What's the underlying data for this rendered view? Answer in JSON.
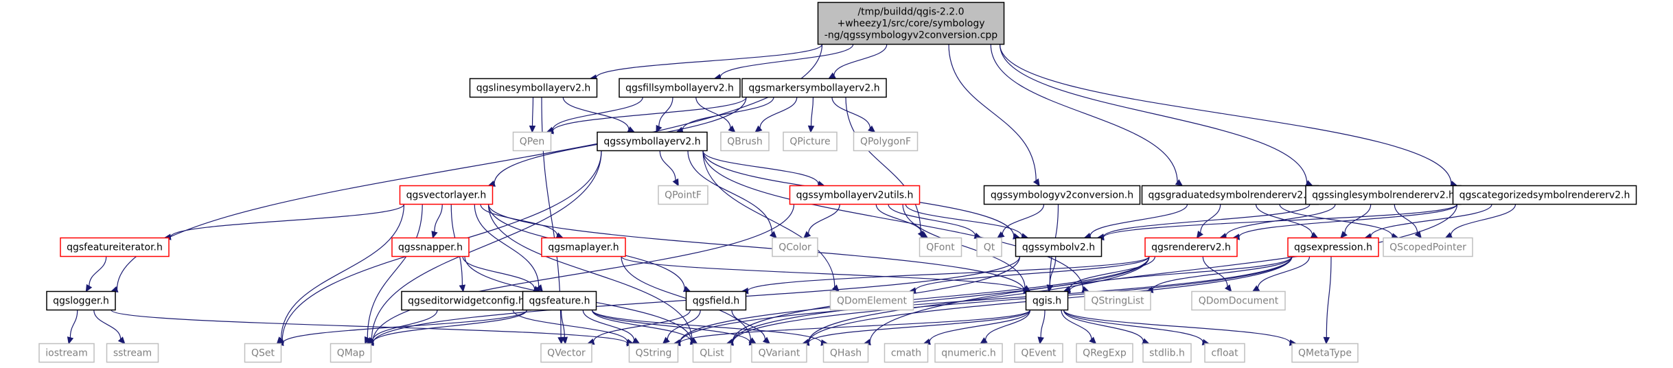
{
  "colors": {
    "edge": "#191970",
    "node_border_normal": "#000000",
    "node_border_incomplete": "#ff0000",
    "node_border_external": "#bfbfbf",
    "root_fill": "#bfbfbf",
    "text_normal": "#000000",
    "text_external": "#7f7f7f"
  },
  "nodes": [
    {
      "id": "root",
      "lines": [
        "/tmp/buildd/qgis-2.2.0",
        "+wheezy1/src/core/symbology",
        "-ng/qgssymbologyv2conversion.cpp"
      ],
      "kind": "root"
    },
    {
      "id": "qgslinesymbollayerv2",
      "lines": [
        "qgslinesymbollayerv2.h"
      ],
      "kind": "normal"
    },
    {
      "id": "qgsfillsymbollayerv2",
      "lines": [
        "qgsfillsymbollayerv2.h"
      ],
      "kind": "normal"
    },
    {
      "id": "qgsmarkersymbollayerv2",
      "lines": [
        "qgsmarkersymbollayerv2.h"
      ],
      "kind": "normal"
    },
    {
      "id": "qgssymbollayerv2",
      "lines": [
        "qgssymbollayerv2.h"
      ],
      "kind": "normal"
    },
    {
      "id": "QPen",
      "lines": [
        "QPen"
      ],
      "kind": "external"
    },
    {
      "id": "QBrush",
      "lines": [
        "QBrush"
      ],
      "kind": "external"
    },
    {
      "id": "QPicture",
      "lines": [
        "QPicture"
      ],
      "kind": "external"
    },
    {
      "id": "QPolygonF",
      "lines": [
        "QPolygonF"
      ],
      "kind": "external"
    },
    {
      "id": "QPointF",
      "lines": [
        "QPointF"
      ],
      "kind": "external"
    },
    {
      "id": "qgsvectorlayer",
      "lines": [
        "qgsvectorlayer.h"
      ],
      "kind": "incomplete"
    },
    {
      "id": "qgssymbollayerv2utils",
      "lines": [
        "qgssymbollayerv2utils.h"
      ],
      "kind": "incomplete"
    },
    {
      "id": "qgssymbologyv2conversion",
      "lines": [
        "qgssymbologyv2conversion.h"
      ],
      "kind": "normal"
    },
    {
      "id": "qgsgraduatedsymbolrendererv2",
      "lines": [
        "qgsgraduatedsymbolrendererv2.h"
      ],
      "kind": "normal"
    },
    {
      "id": "qgssinglesymbolrendererv2",
      "lines": [
        "qgssinglesymbolrendererv2.h"
      ],
      "kind": "normal"
    },
    {
      "id": "qgscategorizedsymbolrendererv2",
      "lines": [
        "qgscategorizedsymbolrendererv2.h"
      ],
      "kind": "normal"
    },
    {
      "id": "qgsfeatureiterator",
      "lines": [
        "qgsfeatureiterator.h"
      ],
      "kind": "incomplete"
    },
    {
      "id": "qgssnapper",
      "lines": [
        "qgssnapper.h"
      ],
      "kind": "incomplete"
    },
    {
      "id": "qgsmaplayer",
      "lines": [
        "qgsmaplayer.h"
      ],
      "kind": "incomplete"
    },
    {
      "id": "QColor",
      "lines": [
        "QColor"
      ],
      "kind": "external"
    },
    {
      "id": "QFont",
      "lines": [
        "QFont"
      ],
      "kind": "external"
    },
    {
      "id": "Qt",
      "lines": [
        "Qt"
      ],
      "kind": "external"
    },
    {
      "id": "qgssymbolv2",
      "lines": [
        "qgssymbolv2.h"
      ],
      "kind": "normal"
    },
    {
      "id": "qgsrendererv2",
      "lines": [
        "qgsrendererv2.h"
      ],
      "kind": "incomplete"
    },
    {
      "id": "qgsexpression",
      "lines": [
        "qgsexpression.h"
      ],
      "kind": "incomplete"
    },
    {
      "id": "QScopedPointer",
      "lines": [
        "QScopedPointer"
      ],
      "kind": "external"
    },
    {
      "id": "qgslogger",
      "lines": [
        "qgslogger.h"
      ],
      "kind": "normal"
    },
    {
      "id": "qgseditorwidgetconfig",
      "lines": [
        "qgseditorwidgetconfig.h"
      ],
      "kind": "normal"
    },
    {
      "id": "qgsfeature",
      "lines": [
        "qgsfeature.h"
      ],
      "kind": "normal"
    },
    {
      "id": "qgsfield",
      "lines": [
        "qgsfield.h"
      ],
      "kind": "normal"
    },
    {
      "id": "QDomElement",
      "lines": [
        "QDomElement"
      ],
      "kind": "external"
    },
    {
      "id": "qgis",
      "lines": [
        "qgis.h"
      ],
      "kind": "normal"
    },
    {
      "id": "QStringList",
      "lines": [
        "QStringList"
      ],
      "kind": "external"
    },
    {
      "id": "QDomDocument",
      "lines": [
        "QDomDocument"
      ],
      "kind": "external"
    },
    {
      "id": "iostream",
      "lines": [
        "iostream"
      ],
      "kind": "external"
    },
    {
      "id": "sstream",
      "lines": [
        "sstream"
      ],
      "kind": "external"
    },
    {
      "id": "QSet",
      "lines": [
        "QSet"
      ],
      "kind": "external"
    },
    {
      "id": "QMap",
      "lines": [
        "QMap"
      ],
      "kind": "external"
    },
    {
      "id": "QVector",
      "lines": [
        "QVector"
      ],
      "kind": "external"
    },
    {
      "id": "QString",
      "lines": [
        "QString"
      ],
      "kind": "external"
    },
    {
      "id": "QList",
      "lines": [
        "QList"
      ],
      "kind": "external"
    },
    {
      "id": "QVariant",
      "lines": [
        "QVariant"
      ],
      "kind": "external"
    },
    {
      "id": "QHash",
      "lines": [
        "QHash"
      ],
      "kind": "external"
    },
    {
      "id": "cmath",
      "lines": [
        "cmath"
      ],
      "kind": "external"
    },
    {
      "id": "qnumeric",
      "lines": [
        "qnumeric.h"
      ],
      "kind": "external"
    },
    {
      "id": "QEvent",
      "lines": [
        "QEvent"
      ],
      "kind": "external"
    },
    {
      "id": "QRegExp",
      "lines": [
        "QRegExp"
      ],
      "kind": "external"
    },
    {
      "id": "stdlib",
      "lines": [
        "stdlib.h"
      ],
      "kind": "external"
    },
    {
      "id": "cfloat",
      "lines": [
        "cfloat"
      ],
      "kind": "external"
    },
    {
      "id": "QMetaType",
      "lines": [
        "QMetaType"
      ],
      "kind": "external"
    }
  ],
  "edges": [
    [
      "root",
      "qgslinesymbollayerv2"
    ],
    [
      "root",
      "qgsfillsymbollayerv2"
    ],
    [
      "root",
      "qgsmarkersymbollayerv2"
    ],
    [
      "root",
      "qgssymbologyv2conversion"
    ],
    [
      "root",
      "qgsgraduatedsymbolrendererv2"
    ],
    [
      "root",
      "qgssinglesymbolrendererv2"
    ],
    [
      "root",
      "qgscategorizedsymbolrendererv2"
    ],
    [
      "root",
      "qgslogger"
    ],
    [
      "qgslinesymbollayerv2",
      "QPen"
    ],
    [
      "qgslinesymbollayerv2",
      "qgssymbollayerv2"
    ],
    [
      "qgslinesymbollayerv2",
      "QVector"
    ],
    [
      "qgsfillsymbollayerv2",
      "QPen"
    ],
    [
      "qgsfillsymbollayerv2",
      "qgssymbollayerv2"
    ],
    [
      "qgsfillsymbollayerv2",
      "QBrush"
    ],
    [
      "qgsmarkersymbollayerv2",
      "QPen"
    ],
    [
      "qgsmarkersymbollayerv2",
      "qgssymbollayerv2"
    ],
    [
      "qgsmarkersymbollayerv2",
      "QBrush"
    ],
    [
      "qgsmarkersymbollayerv2",
      "QPicture"
    ],
    [
      "qgsmarkersymbollayerv2",
      "QPolygonF"
    ],
    [
      "qgsmarkersymbollayerv2",
      "QFont"
    ],
    [
      "qgsmarkersymbollayerv2",
      "qgsvectorlayer"
    ],
    [
      "qgssymbollayerv2",
      "QPointF"
    ],
    [
      "qgssymbollayerv2",
      "qgssymbollayerv2utils"
    ],
    [
      "qgssymbollayerv2",
      "QColor"
    ],
    [
      "qgssymbollayerv2",
      "qgssymbolv2"
    ],
    [
      "qgssymbollayerv2",
      "QSet"
    ],
    [
      "qgssymbollayerv2",
      "QMap"
    ],
    [
      "qgssymbollayerv2",
      "QDomElement"
    ],
    [
      "qgssymbollayerv2",
      "QStringList"
    ],
    [
      "qgsvectorlayer",
      "qgsfeatureiterator"
    ],
    [
      "qgsvectorlayer",
      "qgssnapper"
    ],
    [
      "qgsvectorlayer",
      "qgsmaplayer"
    ],
    [
      "qgsvectorlayer",
      "qgseditorwidgetconfig"
    ],
    [
      "qgsvectorlayer",
      "qgsfeature"
    ],
    [
      "qgsvectorlayer",
      "qgsfield"
    ],
    [
      "qgsvectorlayer",
      "qgis"
    ],
    [
      "qgsvectorlayer",
      "QSet"
    ],
    [
      "qgsvectorlayer",
      "QMap"
    ],
    [
      "qgsvectorlayer",
      "QList"
    ],
    [
      "qgssymbollayerv2utils",
      "QColor"
    ],
    [
      "qgssymbollayerv2utils",
      "QFont"
    ],
    [
      "qgssymbollayerv2utils",
      "Qt"
    ],
    [
      "qgssymbollayerv2utils",
      "qgssymbolv2"
    ],
    [
      "qgssymbollayerv2utils",
      "qgis"
    ],
    [
      "qgssymbollayerv2utils",
      "QMap"
    ],
    [
      "qgssymbologyv2conversion",
      "Qt"
    ],
    [
      "qgssymbologyv2conversion",
      "qgis"
    ],
    [
      "qgsgraduatedsymbolrendererv2",
      "qgssymbolv2"
    ],
    [
      "qgsgraduatedsymbolrendererv2",
      "qgsrendererv2"
    ],
    [
      "qgsgraduatedsymbolrendererv2",
      "qgsexpression"
    ],
    [
      "qgsgraduatedsymbolrendererv2",
      "QScopedPointer"
    ],
    [
      "qgssinglesymbolrendererv2",
      "qgssymbolv2"
    ],
    [
      "qgssinglesymbolrendererv2",
      "qgsrendererv2"
    ],
    [
      "qgssinglesymbolrendererv2",
      "qgsexpression"
    ],
    [
      "qgssinglesymbolrendererv2",
      "QScopedPointer"
    ],
    [
      "qgscategorizedsymbolrendererv2",
      "qgssymbolv2"
    ],
    [
      "qgscategorizedsymbolrendererv2",
      "qgsrendererv2"
    ],
    [
      "qgscategorizedsymbolrendererv2",
      "qgsexpression"
    ],
    [
      "qgscategorizedsymbolrendererv2",
      "QScopedPointer"
    ],
    [
      "qgscategorizedsymbolrendererv2",
      "QHash"
    ],
    [
      "qgsfeatureiterator",
      "qgslogger"
    ],
    [
      "qgssnapper",
      "qgsfeature"
    ],
    [
      "qgssnapper",
      "QList"
    ],
    [
      "qgsmaplayer",
      "qgis"
    ],
    [
      "qgsmaplayer",
      "QVariant"
    ],
    [
      "qgssymbolv2",
      "qgis"
    ],
    [
      "qgssymbolv2",
      "QMap"
    ],
    [
      "qgssymbolv2",
      "QList"
    ],
    [
      "qgsrendererv2",
      "qgis"
    ],
    [
      "qgsrendererv2",
      "QList"
    ],
    [
      "qgsrendererv2",
      "QString"
    ],
    [
      "qgsrendererv2",
      "QVariant"
    ],
    [
      "qgsrendererv2",
      "QDomDocument"
    ],
    [
      "qgsrendererv2",
      "QDomElement"
    ],
    [
      "qgsrendererv2",
      "qgsfield"
    ],
    [
      "qgsexpression",
      "QStringList"
    ],
    [
      "qgsexpression",
      "QVariant"
    ],
    [
      "qgsexpression",
      "QList"
    ],
    [
      "qgsexpression",
      "QDomDocument"
    ],
    [
      "qgsexpression",
      "qgis"
    ],
    [
      "qgsexpression",
      "QMetaType"
    ],
    [
      "qgsexpression",
      "QString"
    ],
    [
      "qgslogger",
      "iostream"
    ],
    [
      "qgslogger",
      "sstream"
    ],
    [
      "qgslogger",
      "QString"
    ],
    [
      "qgseditorwidgetconfig",
      "QMap"
    ],
    [
      "qgseditorwidgetconfig",
      "QString"
    ],
    [
      "qgsfeature",
      "QMap"
    ],
    [
      "qgsfeature",
      "QString"
    ],
    [
      "qgsfeature",
      "QVariant"
    ],
    [
      "qgsfeature",
      "QList"
    ],
    [
      "qgsfeature",
      "QHash"
    ],
    [
      "qgsfeature",
      "QVector"
    ],
    [
      "qgsfeature",
      "QSet"
    ],
    [
      "qgsfield",
      "QString"
    ],
    [
      "qgsfield",
      "QVariant"
    ],
    [
      "qgsfield",
      "QVector"
    ],
    [
      "qgis",
      "QEvent"
    ],
    [
      "qgis",
      "QString"
    ],
    [
      "qgis",
      "QRegExp"
    ],
    [
      "qgis",
      "QMetaType"
    ],
    [
      "qgis",
      "QVariant"
    ],
    [
      "qgis",
      "stdlib"
    ],
    [
      "qgis",
      "cfloat"
    ],
    [
      "qgis",
      "cmath"
    ],
    [
      "qgis",
      "qnumeric"
    ]
  ]
}
